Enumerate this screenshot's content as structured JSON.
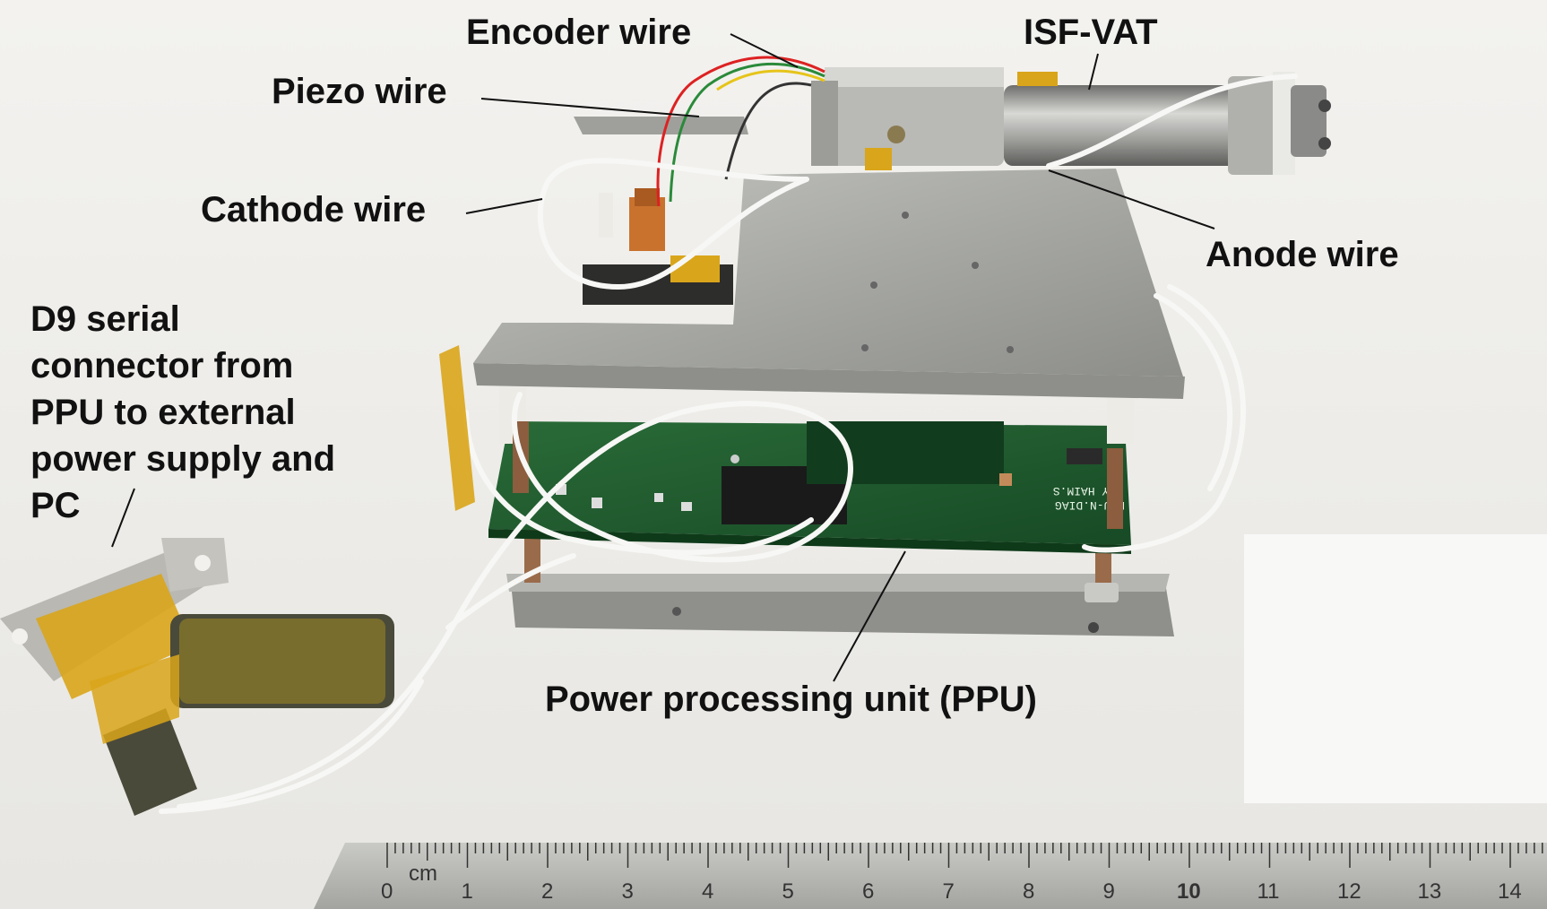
{
  "labels": {
    "encoder_wire": "Encoder wire",
    "isf_vat": "ISF-VAT",
    "piezo_wire": "Piezo wire",
    "cathode_wire": "Cathode wire",
    "anode_wire": "Anode wire",
    "d9_connector": [
      "D9 serial",
      "connector from",
      "PPU to external",
      "power supply and",
      "PC"
    ],
    "ppu": "Power processing unit (PPU)"
  },
  "pcb_marking": [
    "PPU-N.DIAG",
    "BY HAIM.S"
  ],
  "ruler": {
    "unit": "cm",
    "numbers": [
      "0",
      "1",
      "2",
      "3",
      "4",
      "5",
      "6",
      "7",
      "8",
      "9",
      "10",
      "11",
      "12",
      "13",
      "14"
    ]
  },
  "colors": {
    "background": "#f2f1ee",
    "pcb_green": "#1f5c2e",
    "aluminum": "#a9aaa6",
    "kapton": "#d9a51a",
    "wire": "#f7f7f5"
  }
}
